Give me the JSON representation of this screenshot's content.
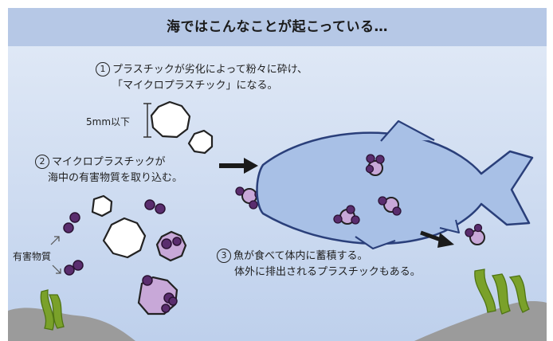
{
  "title": "海ではこんなことが起こっている…",
  "steps": {
    "step1": {
      "num": "1",
      "line1": "プラスチックが劣化によって粉々に砕け、",
      "line2": "「マイクロプラスチック」になる。"
    },
    "step2": {
      "num": "2",
      "line1": "マイクロプラスチックが",
      "line2": "海中の有害物質を取り込む。"
    },
    "step3": {
      "num": "3",
      "line1": "魚が食べて体内に蓄積する。",
      "line2": "体外に排出されるプラスチックもある。"
    }
  },
  "size_label": "5mm以下",
  "harmful_label": "有害物質",
  "colors": {
    "header": "#b6c8e6",
    "sea_top": "#e3ebf7",
    "sea_bottom": "#bed0ec",
    "fish": "#a8c0e6",
    "fish_outline": "#2a3f7a",
    "toxin": "#5a2d6e",
    "contaminated_particle": "#c8a8d8",
    "seabed": "#9b9b9b",
    "seaweed": "#7aa12a"
  }
}
